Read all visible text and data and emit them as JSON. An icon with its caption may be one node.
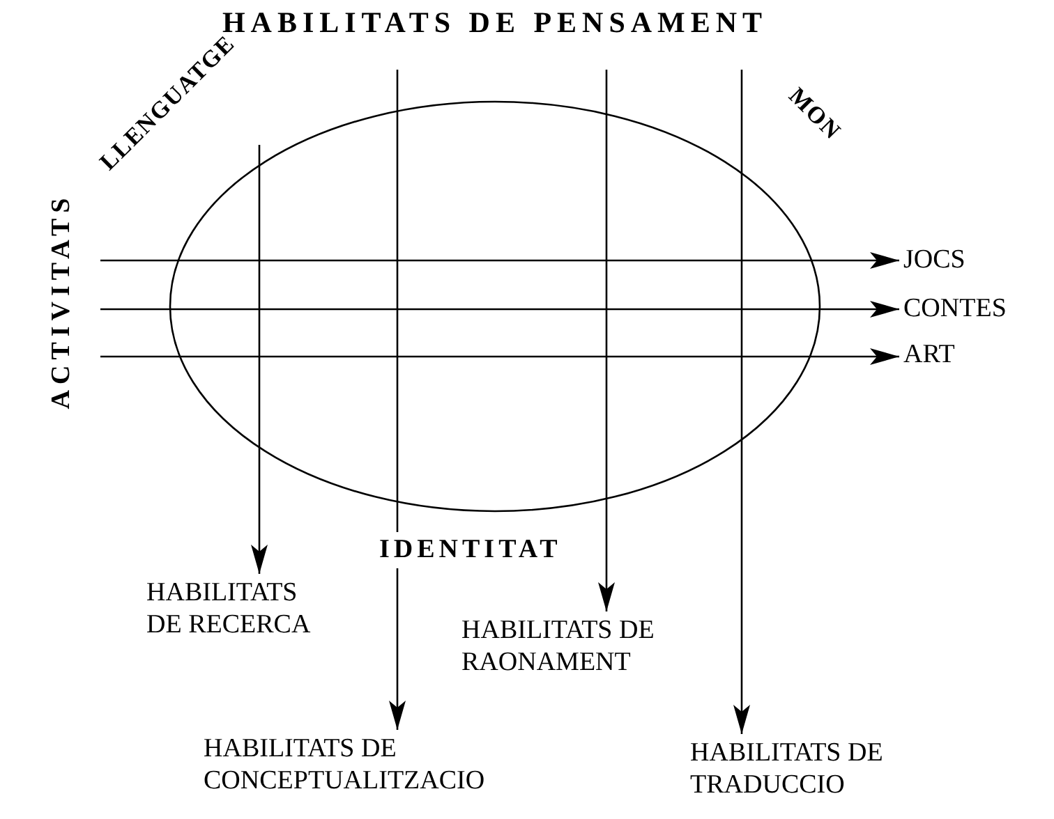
{
  "diagram": {
    "title": "HABILITATS DE PENSAMENT",
    "nodes": [
      {
        "text": [],
        "shape": "ellipse"
      },
      {
        "text": [
          "JOCS"
        ]
      },
      {
        "text": [
          "CONTES"
        ]
      },
      {
        "text": [
          "ART"
        ]
      },
      {
        "text": [
          "HABILITATS DE RECERCA"
        ]
      },
      {
        "text": [
          "HABILITATS DE RAONAMENT"
        ]
      },
      {
        "text": [
          "HABILITATS DE CONCEPTUALITZACIO"
        ]
      },
      {
        "text": [
          "HABILITATS DE TRADUCCIO"
        ]
      }
    ],
    "edges": [
      {
        "from": null,
        "to": 1,
        "arrow": "to"
      },
      {
        "from": null,
        "to": 2,
        "arrow": "to"
      },
      {
        "from": null,
        "to": 3,
        "arrow": "to"
      },
      {
        "from": null,
        "to": 4,
        "arrow": "to"
      },
      {
        "from": null,
        "to": 6,
        "arrow": "to"
      },
      {
        "from": null,
        "to": 5,
        "arrow": "to"
      },
      {
        "from": null,
        "to": 7,
        "arrow": "to"
      }
    ],
    "labels": [
      "LLENGUATGE",
      "MON",
      "ACTIVITATS",
      "IDENTITAT"
    ]
  }
}
